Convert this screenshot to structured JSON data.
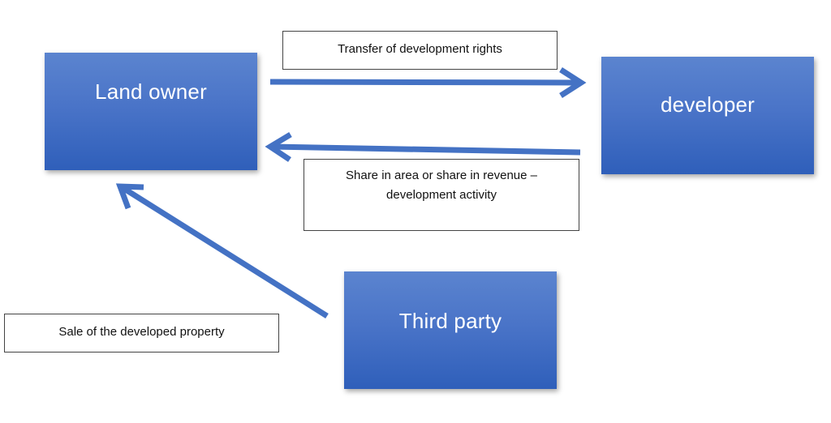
{
  "nodes": {
    "land_owner": "Land owner",
    "developer": "developer",
    "third_party": "Third party"
  },
  "labels": {
    "transfer": "Transfer of development rights",
    "share_line1": "Share in area or share in revenue –",
    "share_line2": "development activity",
    "sale": "Sale of the developed property"
  },
  "edges": [
    {
      "from": "Land owner",
      "to": "developer",
      "label": "Transfer of development rights"
    },
    {
      "from": "developer",
      "to": "Land owner",
      "label": "Share in area or share in revenue – development activity"
    },
    {
      "from": "Third party",
      "to": "Land owner",
      "label": "Sale of the developed property"
    }
  ],
  "colors": {
    "node_fill": "#4a74c8",
    "arrow": "#4472c4",
    "label_border": "#444444"
  }
}
